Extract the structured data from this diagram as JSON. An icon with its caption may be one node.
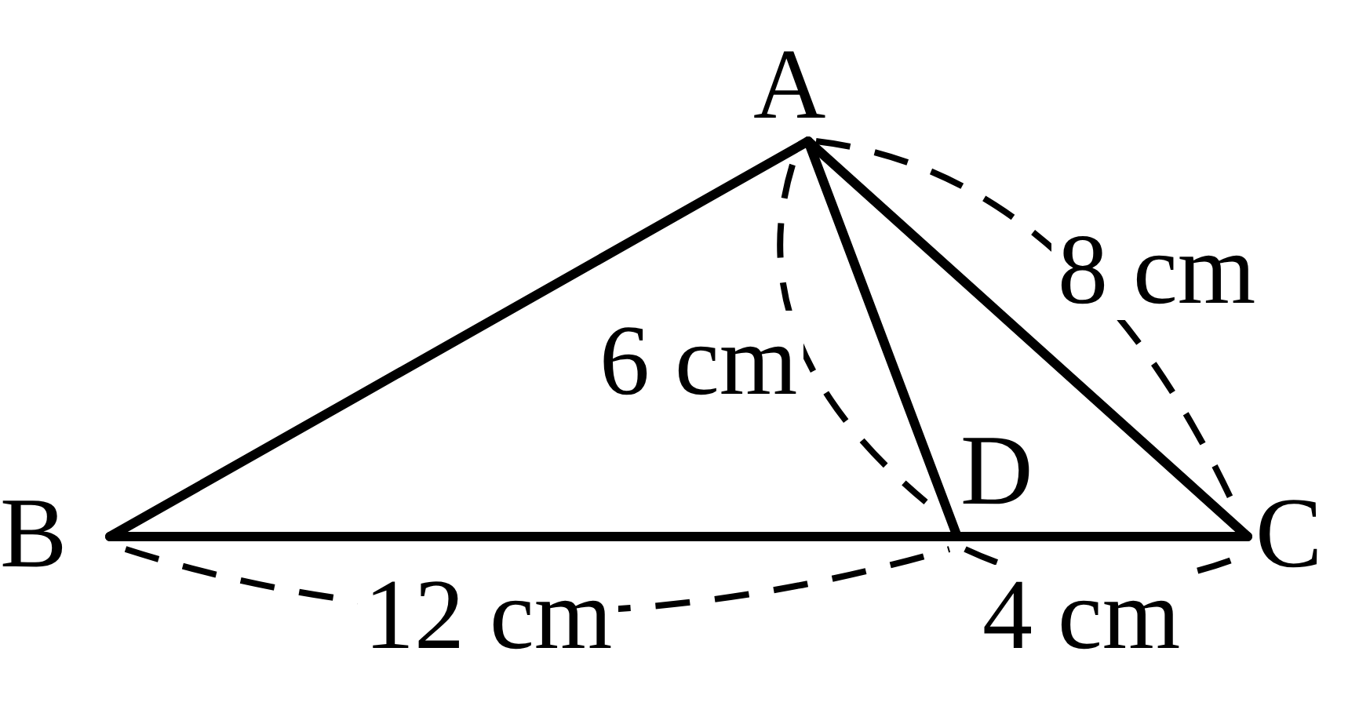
{
  "diagram": {
    "nodes": [
      {
        "text": [
          "A"
        ]
      },
      {
        "text": [
          "B"
        ]
      },
      {
        "text": [
          "C"
        ]
      },
      {
        "text": [
          "D"
        ]
      }
    ],
    "edges": [
      {
        "from": 0,
        "to": 1,
        "arrow": "none"
      },
      {
        "from": 0,
        "to": 2,
        "arrow": "none"
      },
      {
        "from": 0,
        "to": 3,
        "arrow": "none"
      },
      {
        "from": 1,
        "to": 3,
        "arrow": "none"
      },
      {
        "from": 3,
        "to": 2,
        "arrow": "none"
      }
    ],
    "labels": [
      "8 cm",
      "6 cm",
      "12 cm",
      "4 cm"
    ]
  }
}
